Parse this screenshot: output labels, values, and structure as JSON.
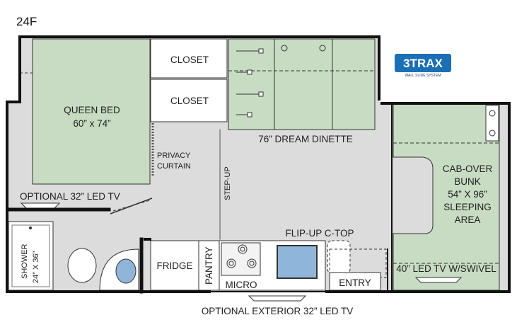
{
  "model": "24F",
  "logo": {
    "text": "3TRAX",
    "tagline": "WALL SLIDE SYSTEM",
    "color": "#1a6fb5"
  },
  "colors": {
    "floor": "#dcdcdc",
    "furniture": "#c7dcc2",
    "wall": "#111111",
    "white": "#ffffff"
  },
  "labels": {
    "closet_top": "CLOSET",
    "closet_bottom": "CLOSET",
    "queen_bed_line1": "QUEEN BED",
    "queen_bed_line2": "60” x 74”",
    "dinette": "76” DREAM DINETTE",
    "privacy_line1": "PRIVACY",
    "privacy_line2": "CURTAIN",
    "step_up": "STEP-UP",
    "optional_tv": "OPTIONAL 32” LED TV",
    "bunk_line1": "CAB-OVER",
    "bunk_line2": "BUNK",
    "bunk_line3": "54” X 96”",
    "bunk_line4": "SLEEPING",
    "bunk_line5": "AREA",
    "flip_up": "FLIP-UP C-TOP",
    "shower_line1": "SHOWER",
    "shower_line2": "24” X 36”",
    "fridge": "FRIDGE",
    "pantry": "PANTRY",
    "micro": "MICRO",
    "entry": "ENTRY",
    "led_tv_swivel": "40” LED TV W/SWIVEL",
    "exterior_tv": "OPTIONAL EXTERIOR 32” LED TV"
  }
}
